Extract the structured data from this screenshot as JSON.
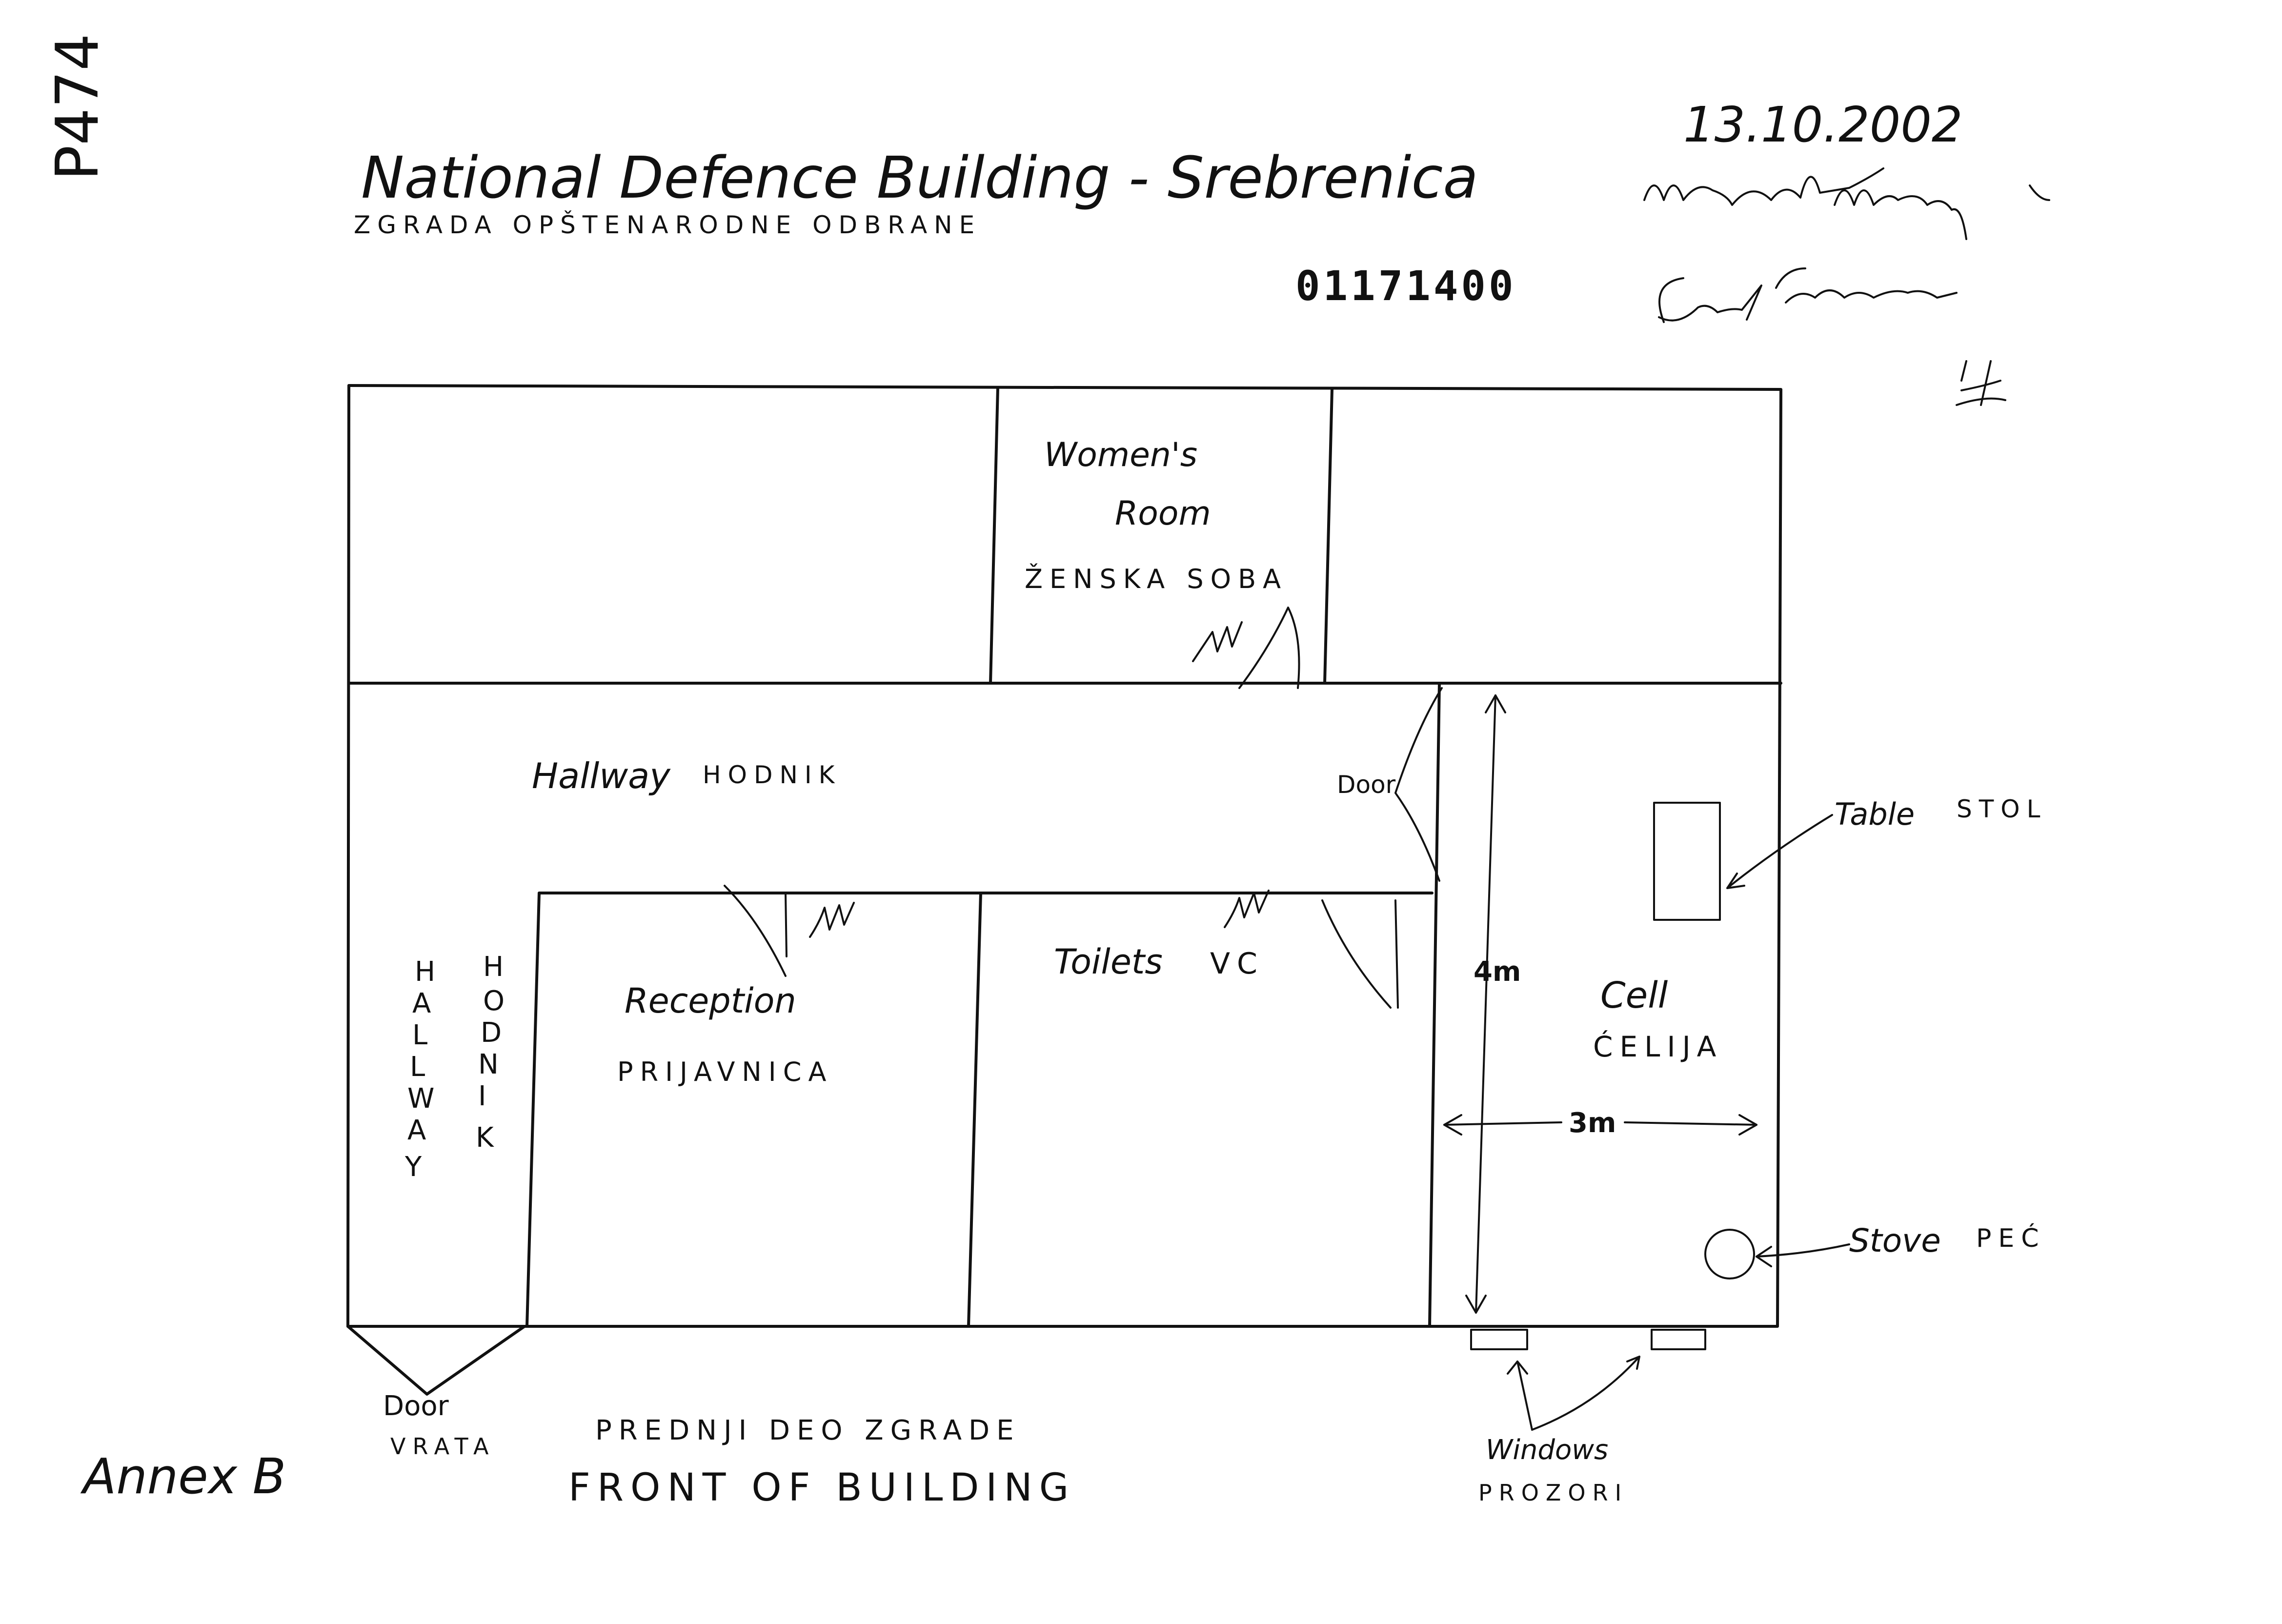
{
  "page_code": "P474",
  "title": "National Defence Building - Srebrenica",
  "title_local": "ZGRADA OPŠTENARODNE ODBRANE",
  "date": "13.10.2002",
  "document_number": "01171400",
  "rooms": {
    "womens_room": "Women's",
    "womens_room_2": "Room",
    "womens_room_local": "ŽENSKA SOBA",
    "hallway": "Hallway",
    "hallway_local": "HODNIK",
    "door_inner": "Door",
    "reception": "Reception",
    "reception_local": "PRIJAVNICA",
    "toilets": "Toilets",
    "toilets_local": "VC",
    "cell": "Cell",
    "cell_local": "ĆELIJA",
    "hallway_vertical": [
      "H",
      "A",
      "L",
      "L",
      "W",
      "A",
      "Y"
    ],
    "hodnik_vertical": [
      "H",
      "O",
      "D",
      "N",
      "I",
      "K"
    ]
  },
  "dimensions": {
    "height": "4m",
    "width": "3m"
  },
  "labels": {
    "table": "Table",
    "table_local": "STOL",
    "stove": "Stove",
    "stove_local": "PEĆ",
    "windows": "Windows",
    "windows_local": "PROZORI",
    "door": "Door",
    "door_local": "VRATA",
    "front_local": "PREDNJI DEO ZGRADE",
    "front": "FRONT OF BUILDING",
    "annex": "Annex B"
  }
}
